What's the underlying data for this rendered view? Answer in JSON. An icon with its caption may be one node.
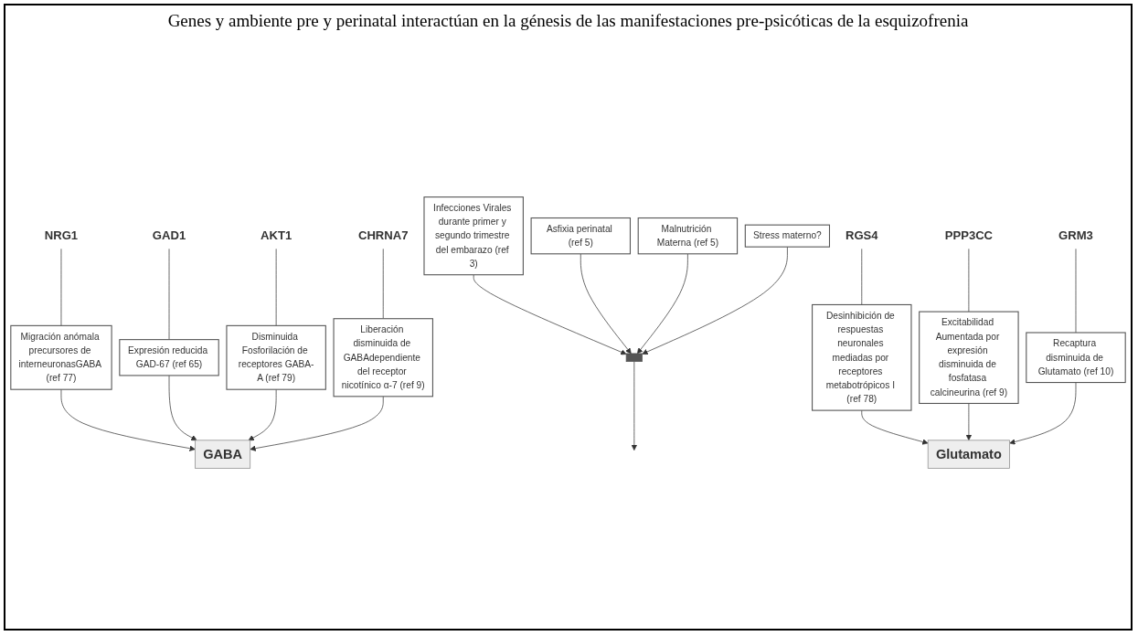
{
  "diagram": {
    "title": "Genes y ambiente pre y perinatal interactúan en la génesis de las manifestaciones pre-psicóticas de la esquizofrenia",
    "nodes": [
      {
        "text": [
          "NRG1"
        ]
      },
      {
        "text": [
          "GAD1"
        ]
      },
      {
        "text": [
          "Migración anómala precursores de interneuronasGABA (ref 77)"
        ]
      },
      {
        "text": [
          "Expresión reducida GAD-67 (ref 65)"
        ]
      },
      {
        "text": [
          "AKT1"
        ]
      },
      {
        "text": [
          "CHRNA7"
        ]
      },
      {
        "text": [
          "Disminuida Fosforilación de receptores GABA-A (ref 79)"
        ]
      },
      {
        "text": [
          "Liberación disminuida de GABAdependiente del receptor nicotínico α-7 (ref 9)"
        ]
      },
      {
        "text": [
          "GABA"
        ]
      },
      {
        "text": [
          "Infecciones Virales durante primer y segundo trimestre del embarazo (ref 3)"
        ]
      },
      {
        "text": [
          "Asfixia perinatal (ref 5)"
        ]
      },
      {
        "text": [],
        "shape": "bar"
      },
      {
        "text": [
          "Glutamato"
        ]
      },
      {
        "text": [
          "Recaptura disminuida de Glutamato (ref 10)"
        ]
      },
      {
        "text": [
          "Desinhibición de respuestas neuronales mediadas por receptores metabotrópicos I (ref 78)"
        ]
      },
      {
        "text": [
          "Excitabilidad Aumentada por expresión disminuida de fosfatasa calcineurina (ref 9)"
        ]
      },
      {
        "text": [
          "Malnutrición Materna (ref 5)"
        ]
      },
      {
        "text": [
          "Stress materno?"
        ]
      },
      {
        "text": [
          "GRM3"
        ]
      },
      {
        "text": [
          "RGS4"
        ]
      },
      {
        "text": [
          "PPP3CC"
        ]
      }
    ],
    "edges": [
      {
        "from": 0,
        "to": 2,
        "arrow": "none"
      },
      {
        "from": 1,
        "to": 3,
        "arrow": "none"
      },
      {
        "from": 4,
        "to": 6,
        "arrow": "none"
      },
      {
        "from": 5,
        "to": 7,
        "arrow": "none"
      },
      {
        "from": 2,
        "to": 8,
        "arrow": "to"
      },
      {
        "from": 3,
        "to": 8,
        "arrow": "to"
      },
      {
        "from": 6,
        "to": 8,
        "arrow": "to"
      },
      {
        "from": 7,
        "to": 8,
        "arrow": "to"
      },
      {
        "from": 9,
        "to": 11,
        "arrow": "to"
      },
      {
        "from": 10,
        "to": 11,
        "arrow": "to"
      },
      {
        "from": 16,
        "to": 11,
        "arrow": "to"
      },
      {
        "from": 17,
        "to": 11,
        "arrow": "to"
      },
      {
        "from": 11,
        "to": null,
        "arrow": "to"
      },
      {
        "from": 14,
        "to": 12,
        "arrow": "to"
      },
      {
        "from": 15,
        "to": 12,
        "arrow": "to"
      },
      {
        "from": 13,
        "to": 12,
        "arrow": "to"
      },
      {
        "from": 19,
        "to": 14,
        "arrow": "none"
      },
      {
        "from": 20,
        "to": 15,
        "arrow": "none"
      },
      {
        "from": 18,
        "to": 13,
        "arrow": "none"
      }
    ]
  }
}
